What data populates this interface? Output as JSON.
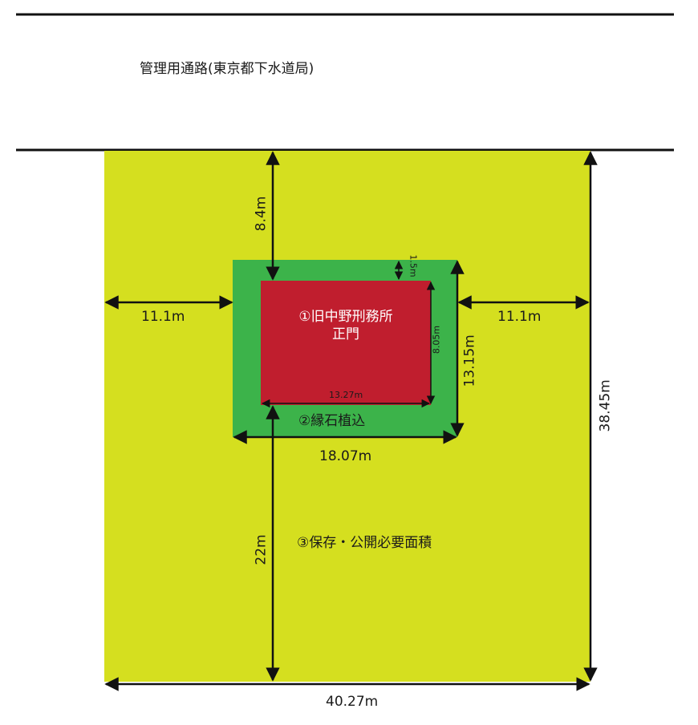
{
  "road": {
    "label": "管理用通路(東京都下水道局)"
  },
  "areas": {
    "gate": {
      "line1": "①旧中野刑務所",
      "line2": "正門",
      "color": "#c01e2e"
    },
    "curb": {
      "label": "②縁石植込",
      "color": "#3cb34a"
    },
    "required": {
      "label": "③保存・公開必要面積",
      "color": "#d5df1f"
    }
  },
  "dimensions": {
    "top_gap": "8.4m",
    "left_gap": "11.1m",
    "right_gap": "11.1m",
    "curb_top": "1.5m",
    "gate_height": "8.05m",
    "gate_width": "13.27m",
    "curb_height": "13.15m",
    "curb_width": "18.07m",
    "bottom_gap": "22m",
    "total_height": "38.45m",
    "total_width": "40.27m"
  }
}
